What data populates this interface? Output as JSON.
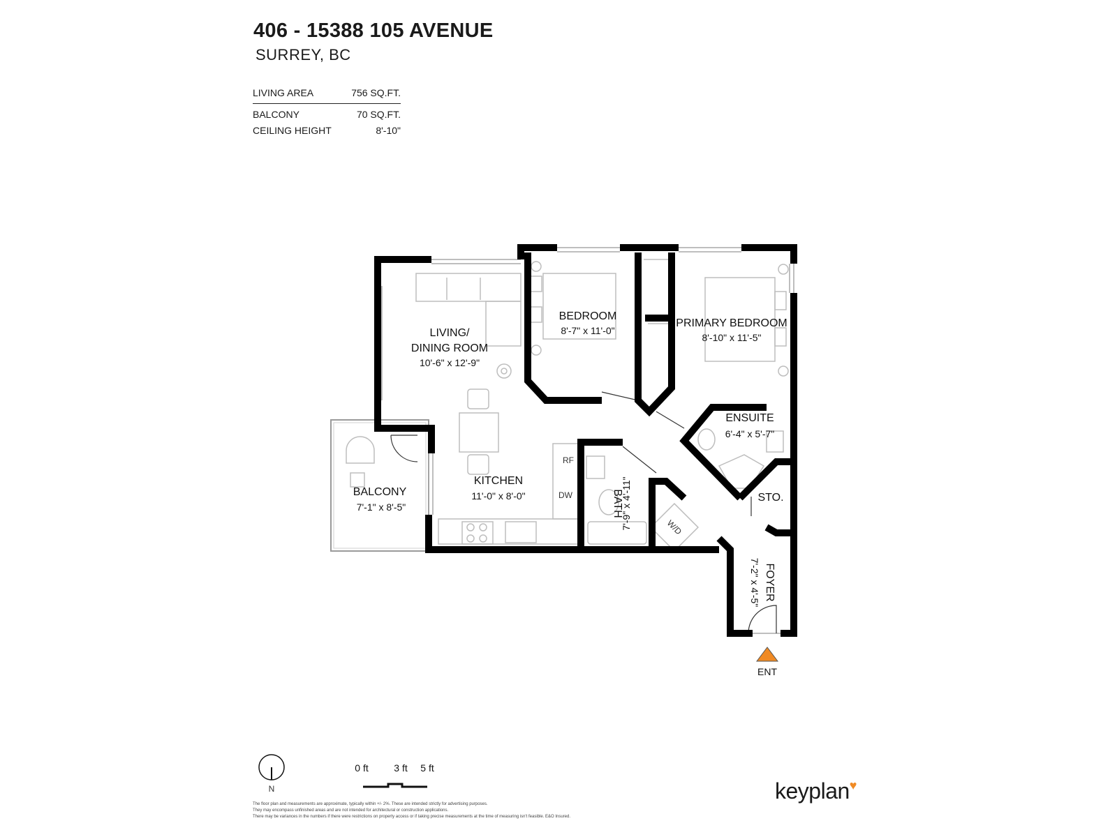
{
  "header": {
    "title": "406 - 15388 105 AVENUE",
    "subtitle": "SURREY, BC"
  },
  "stats": [
    {
      "label": "LIVING AREA",
      "value": "756 SQ.FT."
    },
    {
      "label": "BALCONY",
      "value": "70 SQ.FT."
    },
    {
      "label": "CEILING HEIGHT",
      "value": "8'-10\""
    }
  ],
  "rooms": {
    "living": {
      "line1": "LIVING/",
      "line2": "DINING ROOM",
      "dims": "10'-6\"  x  12'-9\""
    },
    "bedroom": {
      "name": "BEDROOM",
      "dims": "8'-7\"  x  11'-0\""
    },
    "primary": {
      "name": "PRIMARY BEDROOM",
      "dims": "8'-10\"  x  11'-5\""
    },
    "ensuite": {
      "name": "ENSUITE",
      "dims": "6'-4\"  x  5'-7\""
    },
    "kitchen": {
      "name": "KITCHEN",
      "dims": "11'-0\"  x  8'-0\""
    },
    "balcony": {
      "name": "BALCONY",
      "dims": "7'-1\"  x  8'-5\""
    },
    "bath": {
      "name": "BATH",
      "dims": "7'-9\"  x  4'-11\""
    },
    "storage": {
      "name": "STO."
    },
    "foyer": {
      "name": "FOYER",
      "dims": "7'-2\"  x  4'-5\""
    }
  },
  "appliances": {
    "fridge": "RF",
    "dishwasher": "DW",
    "washer_dryer": "W/D"
  },
  "entry": {
    "label": "ENT",
    "marker_color": "#f08a24"
  },
  "compass": {
    "label": "N"
  },
  "scale": {
    "labels": [
      "0 ft",
      "3 ft",
      "5 ft"
    ]
  },
  "disclaimer": [
    "The floor plan and measurements are approximate, typically within +/- 2%. These are intended strictly for advertising purposes.",
    "They may encompass unfinished areas and are not intended for architectural or construction applications.",
    "There may be variances in the numbers if there were restrictions on property access or if taking precise measurements at the time of measuring isn't feasible. E&O Insured."
  ],
  "brand": {
    "name": "keyplan",
    "accent": "#f08a24"
  }
}
